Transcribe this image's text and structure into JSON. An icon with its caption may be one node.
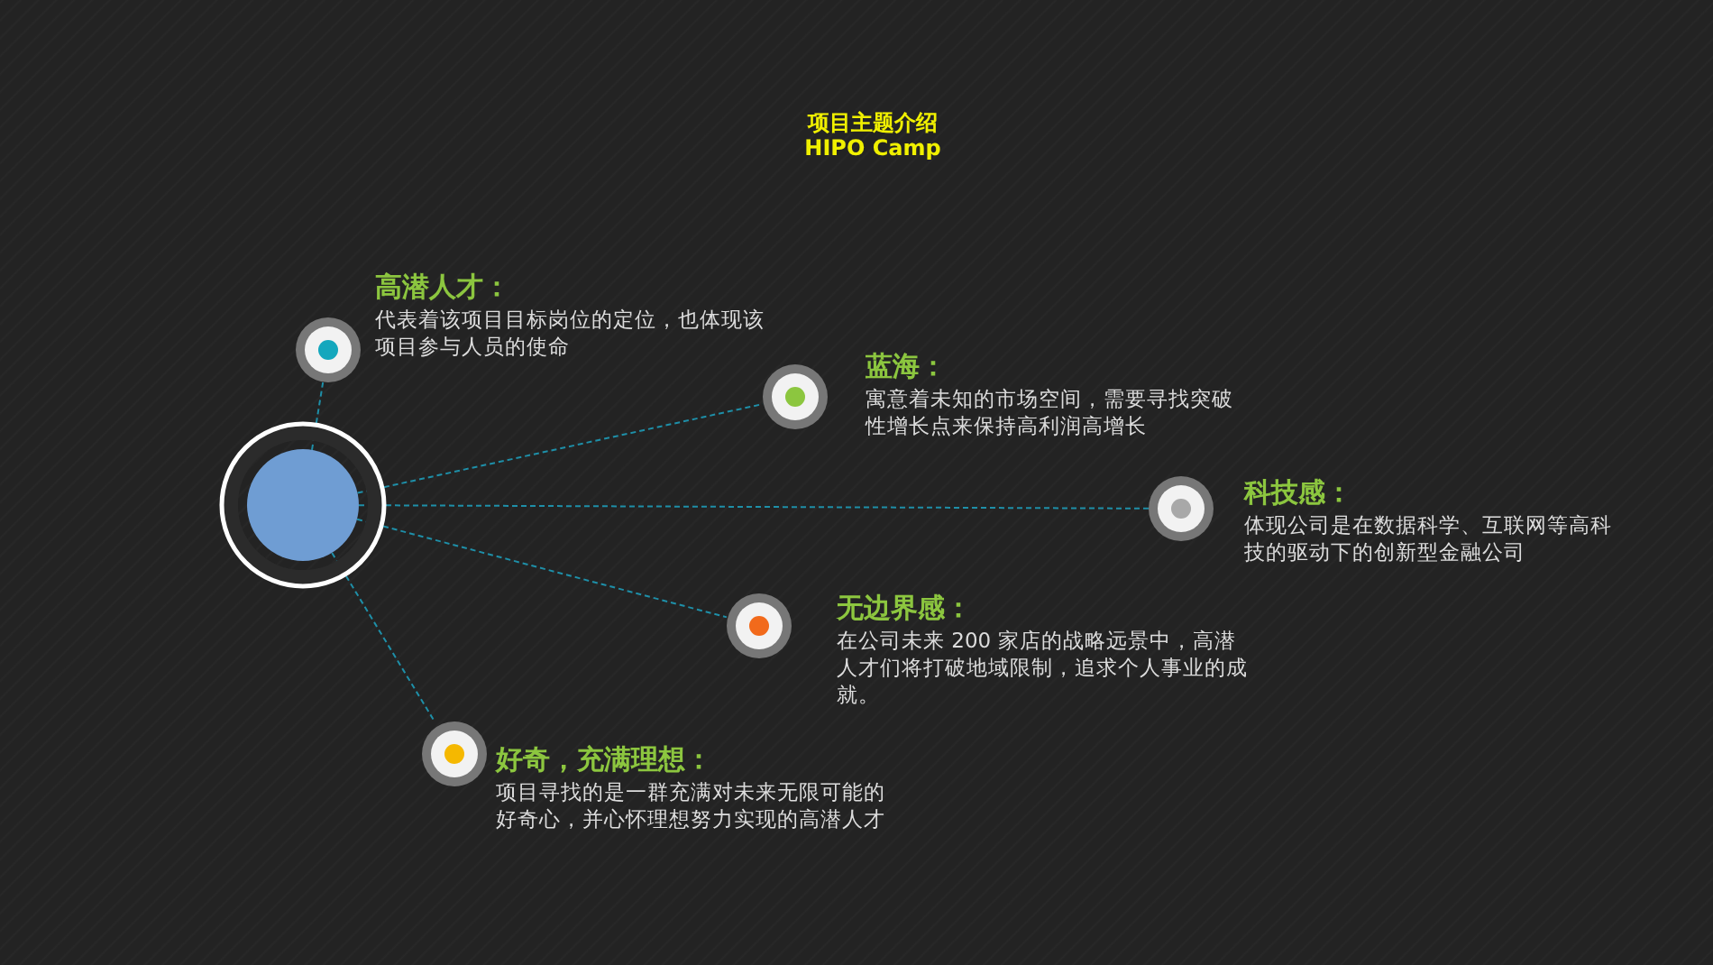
{
  "diagram": {
    "title": "项目主题介绍",
    "nodes": [
      {
        "text": [],
        "shape": "circle"
      },
      {
        "text": [
          "高潜人才：",
          "代表着该项目目标岗位的定位，也体现该项目参与人员的使命"
        ]
      },
      {
        "text": [
          "蓝海：",
          "寓意着未知的市场空间，需要寻找突破性增长点来保持高利润高增长"
        ]
      },
      {
        "text": [
          "科技感：",
          "体现公司是在数据科学、互联网等高科技的驱动下的创新型金融公司"
        ]
      },
      {
        "text": [
          "无边界感：",
          "在公司未来 200 家店的战略远景中，高潜人才们将打破地域限制，追求个人事业的成就。"
        ]
      },
      {
        "text": [
          "好奇，充满理想：",
          "项目寻找的是一群充满对未来无限可能的好奇心，并心怀理想努力实现的高潜人才"
        ]
      }
    ],
    "edges": [
      {
        "from": 0,
        "to": 1,
        "arrow": "none",
        "style": "dashed"
      },
      {
        "from": 0,
        "to": 2,
        "arrow": "none",
        "style": "dashed"
      },
      {
        "from": 0,
        "to": 3,
        "arrow": "none",
        "style": "dashed"
      },
      {
        "from": 0,
        "to": 4,
        "arrow": "none",
        "style": "dashed"
      },
      {
        "from": 0,
        "to": 5,
        "arrow": "none",
        "style": "dashed"
      }
    ],
    "labels": [
      "HIPO Camp"
    ]
  }
}
